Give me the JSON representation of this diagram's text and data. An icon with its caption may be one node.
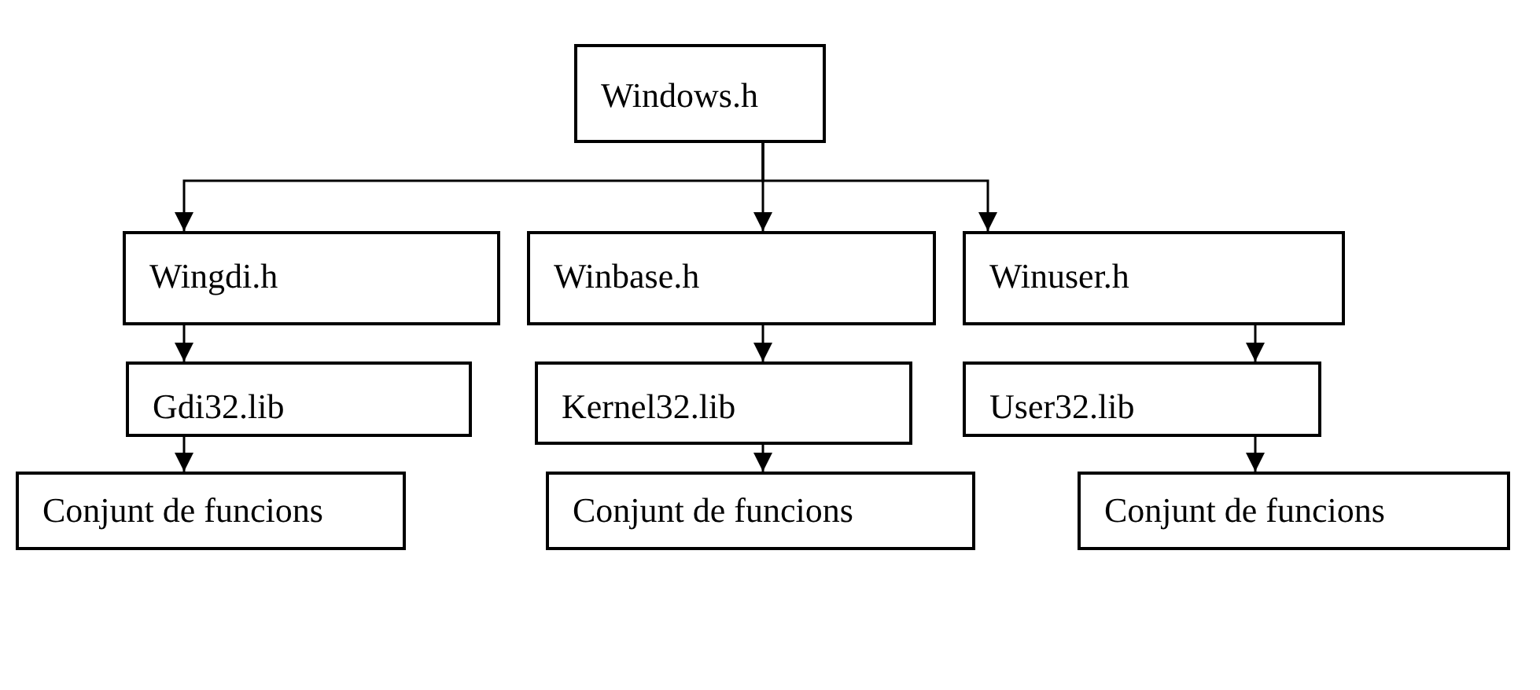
{
  "diagram": {
    "nodes": [
      {
        "text": [
          "Windows.h"
        ]
      },
      {
        "text": [
          "Wingdi.h"
        ]
      },
      {
        "text": [
          "Winbase.h"
        ]
      },
      {
        "text": [
          "Winuser.h"
        ]
      },
      {
        "text": [
          "Gdi32.lib"
        ]
      },
      {
        "text": [
          "Kernel32.lib"
        ]
      },
      {
        "text": [
          "User32.lib"
        ]
      },
      {
        "text": [
          "Conjunt de funcions"
        ]
      },
      {
        "text": [
          "Conjunt de funcions"
        ]
      },
      {
        "text": [
          "Conjunt de funcions"
        ]
      }
    ],
    "edges": [
      {
        "from": 0,
        "to": 1,
        "arrow": "to"
      },
      {
        "from": 0,
        "to": 2,
        "arrow": "to"
      },
      {
        "from": 0,
        "to": 3,
        "arrow": "to"
      },
      {
        "from": 1,
        "to": 4,
        "arrow": "to"
      },
      {
        "from": 2,
        "to": 5,
        "arrow": "to"
      },
      {
        "from": 3,
        "to": 6,
        "arrow": "to"
      },
      {
        "from": 4,
        "to": 7,
        "arrow": "to"
      },
      {
        "from": 5,
        "to": 8,
        "arrow": "to"
      },
      {
        "from": 6,
        "to": 9,
        "arrow": "to"
      }
    ]
  }
}
